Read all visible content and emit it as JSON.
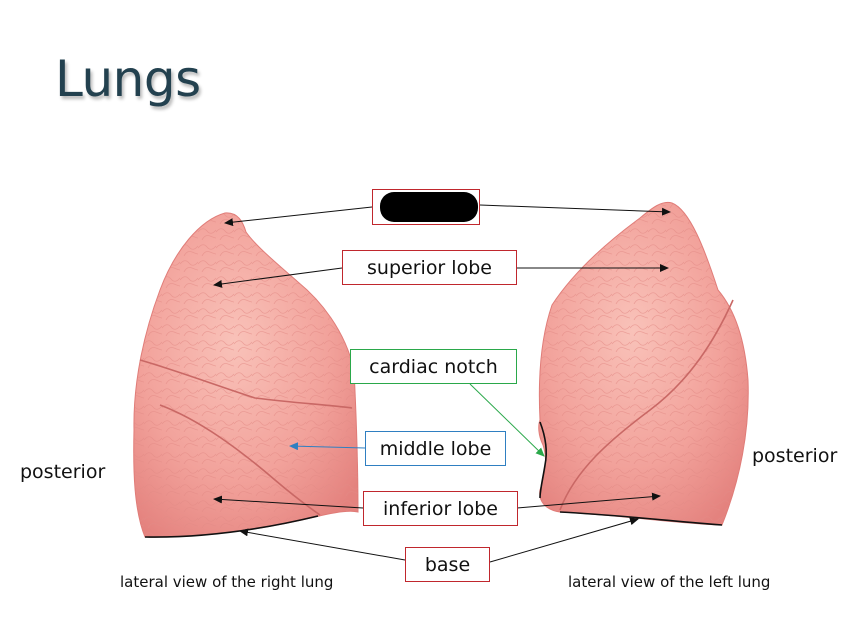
{
  "slide": {
    "title": "Lungs"
  },
  "labels": {
    "superior_lobe": "superior lobe",
    "cardiac_notch": "cardiac notch",
    "middle_lobe": "middle lobe",
    "inferior_lobe": "inferior lobe",
    "base": "base",
    "posterior_left": "posterior",
    "posterior_right": "posterior"
  },
  "captions": {
    "right_lung": "lateral view of the right lung",
    "left_lung": "lateral view of the left lung"
  },
  "colors": {
    "title": "#23414f",
    "lung_fill": "#f2a29b",
    "lung_edge": "#e07c78",
    "box_red": "#c0272d",
    "box_green": "#2aa84a",
    "box_blue": "#2f7fc1"
  }
}
